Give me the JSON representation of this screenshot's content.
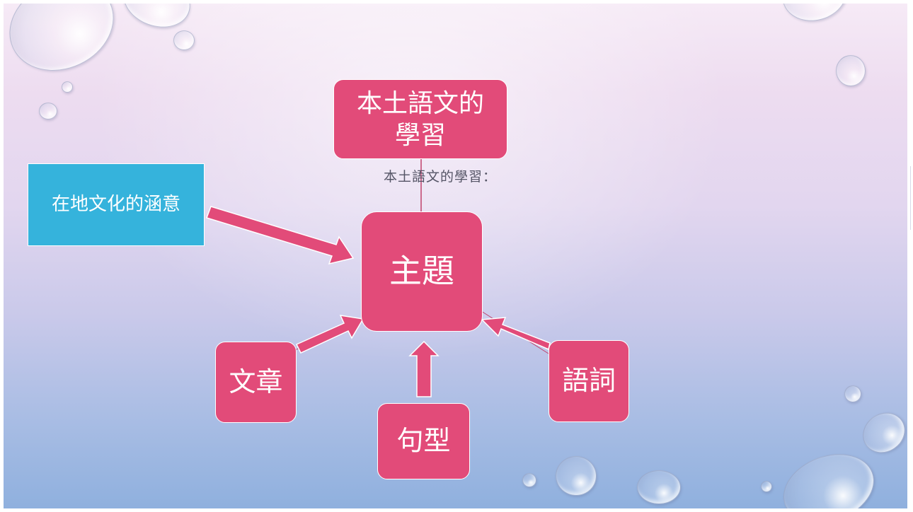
{
  "diagram": {
    "center": {
      "label": "主題"
    },
    "top": {
      "label": "本土語文的學習"
    },
    "top_caption": "本土語文的學習：",
    "left": {
      "label": "在地文化的涵意"
    },
    "bottom_left": {
      "label": "文章"
    },
    "bottom": {
      "label": "句型"
    },
    "bottom_right": {
      "label": "語詞"
    }
  },
  "colors": {
    "node_fill": "#e24b79",
    "node_border": "#ffffff",
    "blue_fill": "#35b3dc",
    "arrow_fill": "#e24b79",
    "connector": "#c0416b",
    "caption_text": "#555566"
  },
  "decoration": {
    "background": "pink-to-blue gradient with water droplets"
  }
}
